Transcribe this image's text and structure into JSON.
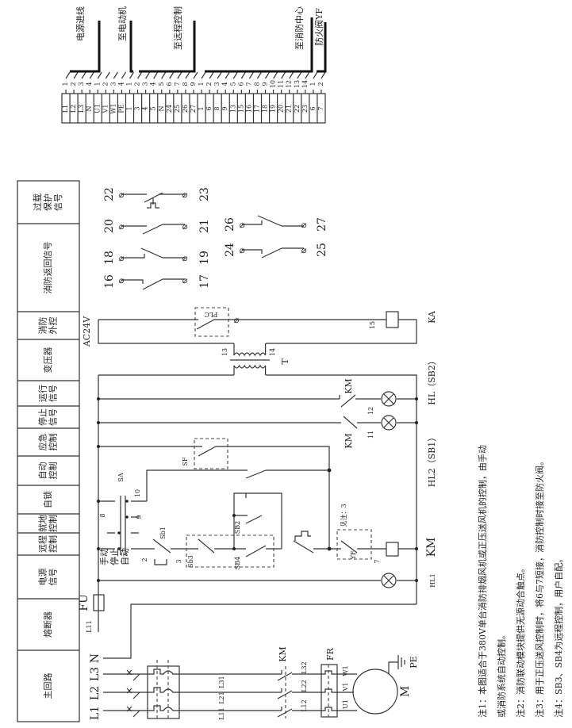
{
  "terminal_strip": {
    "groups": [
      {
        "label": "电源进线"
      },
      {
        "label": "至电动机"
      },
      {
        "label": "至远程控制"
      },
      {
        "label": "至消防中心"
      },
      {
        "label": "防火阀YF"
      }
    ],
    "terminals": [
      {
        "top": "1",
        "bottom": "L1"
      },
      {
        "top": "2",
        "bottom": "L2"
      },
      {
        "top": "3",
        "bottom": "L3"
      },
      {
        "top": "4",
        "bottom": "N"
      },
      {
        "top": "1",
        "bottom": "U1"
      },
      {
        "top": "2",
        "bottom": "V1"
      },
      {
        "top": "3",
        "bottom": "W1"
      },
      {
        "top": "4",
        "bottom": "PE"
      },
      {
        "top": "1",
        "bottom": "1"
      },
      {
        "top": "2",
        "bottom": "3"
      },
      {
        "top": "3",
        "bottom": "4"
      },
      {
        "top": "4",
        "bottom": "5"
      },
      {
        "top": "5",
        "bottom": "N"
      },
      {
        "top": "6",
        "bottom": "24"
      },
      {
        "top": "7",
        "bottom": "25"
      },
      {
        "top": "8",
        "bottom": "26"
      },
      {
        "top": "9",
        "bottom": "27"
      },
      {
        "top": "1",
        "bottom": "1"
      },
      {
        "top": "2",
        "bottom": "6"
      },
      {
        "top": "3",
        "bottom": "8"
      },
      {
        "top": "4",
        "bottom": "9"
      },
      {
        "top": "5",
        "bottom": "13"
      },
      {
        "top": "6",
        "bottom": "15"
      },
      {
        "top": "7",
        "bottom": "16"
      },
      {
        "top": "8",
        "bottom": "17"
      },
      {
        "top": "9",
        "bottom": "18"
      },
      {
        "top": "10",
        "bottom": "19"
      },
      {
        "top": "11",
        "bottom": "20"
      },
      {
        "top": "12",
        "bottom": "21"
      },
      {
        "top": "13",
        "bottom": "22"
      },
      {
        "top": "14",
        "bottom": "23"
      },
      {
        "top": "1",
        "bottom": "6"
      },
      {
        "top": "2",
        "bottom": "7"
      }
    ]
  },
  "function_table": {
    "rows": [
      {
        "lines": [
          "过载",
          "保护",
          "信号"
        ]
      },
      {
        "lines": [
          "消防返回信号"
        ]
      },
      {
        "lines": [
          "消防",
          "外控"
        ]
      },
      {
        "lines": [
          "变压器"
        ]
      },
      {
        "lines": [
          "运行",
          "信号"
        ]
      },
      {
        "lines": [
          "停止",
          "信号"
        ]
      },
      {
        "lines": [
          "应急",
          "控制"
        ]
      },
      {
        "lines": [
          "自动",
          "控制"
        ]
      },
      {
        "lines": [
          "自锁"
        ]
      },
      {
        "lines": [
          "就地",
          "控制"
        ]
      },
      {
        "lines": [
          "远程",
          "控制"
        ]
      },
      {
        "lines": [
          "电源",
          "信号"
        ]
      },
      {
        "lines": [
          "熔断器"
        ]
      },
      {
        "lines": [
          "主回路"
        ]
      }
    ]
  },
  "feedback_contacts": {
    "pairs": [
      {
        "a": "22",
        "b": "23"
      },
      {
        "a": "20",
        "b": "21"
      },
      {
        "a": "18",
        "b": "19"
      },
      {
        "a": "16",
        "b": "17"
      },
      {
        "a": "26",
        "b": "27"
      },
      {
        "a": "24",
        "b": "25"
      }
    ]
  },
  "circuit": {
    "ac24v": "AC24V",
    "plc": "PLC",
    "ka": "KA",
    "t": "T",
    "n13": "13",
    "n14": "14",
    "n15": "15",
    "km_run": "KM",
    "km_stop": "KM",
    "n12": "12",
    "n11": "11",
    "hl_sb2": "HL（SB2）",
    "hl2_sb1": "HL2（SB1）",
    "sf": "SF",
    "sa": "SA",
    "n10": "10",
    "n8": "8",
    "n9": "9",
    "n2": "2",
    "n3": "3",
    "n7": "7",
    "sb1": "Sb1",
    "sb2": "SB2",
    "sb3": "Sb3",
    "sb4": "SB4",
    "yf": "YF",
    "see_note": "见注：3",
    "km_coil": "KM",
    "hl1": "HL1",
    "mode_manual": "手动",
    "mode_stop": "停止",
    "mode_auto": "自动",
    "fu": "FU",
    "l11": "L11",
    "l1": "L1",
    "l2": "L2",
    "l3": "L3",
    "n": "N",
    "l11b": "L11",
    "l21": "L21",
    "l31": "L31",
    "km_main": "KM",
    "l12": "L12",
    "l22": "L22",
    "l32": "L32",
    "fr": "FR",
    "u1": "U1",
    "v1": "V1",
    "w1": "W1",
    "m": "M",
    "pe": "PE"
  },
  "notes": [
    "注1：本图适合于380V单台消防排烟风机或正压送风机的控制，由手动",
    "或消防系统自动控制。",
    "注2：消防联动模块提供无源动合触点。",
    "注3：用于正压送风控制时，将6与7短接，消防控制时接至防火阀。",
    "注4：SB3、SB4为远程控制，用户自配。"
  ]
}
